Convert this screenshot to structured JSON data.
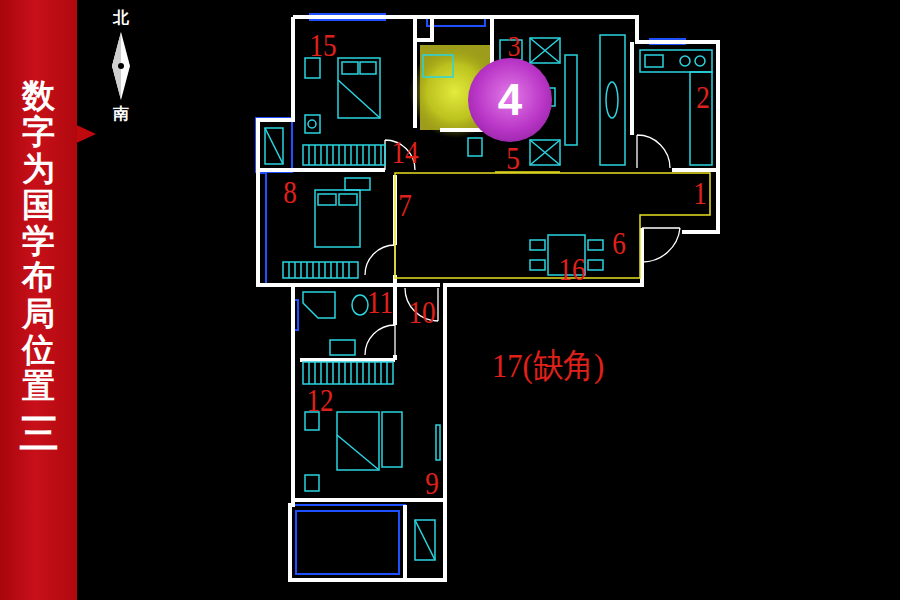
{
  "diagram": {
    "nodes": [
      {
        "text": [
          "数字为国学布局位置",
          "三"
        ]
      },
      {
        "text": [
          "4"
        ]
      }
    ],
    "labels": [
      "北",
      "南",
      "15",
      "3",
      "2",
      "5",
      "14",
      "8",
      "7",
      "1",
      "6",
      "16",
      "11",
      "10",
      "17(缺角)",
      "12",
      "9"
    ]
  }
}
